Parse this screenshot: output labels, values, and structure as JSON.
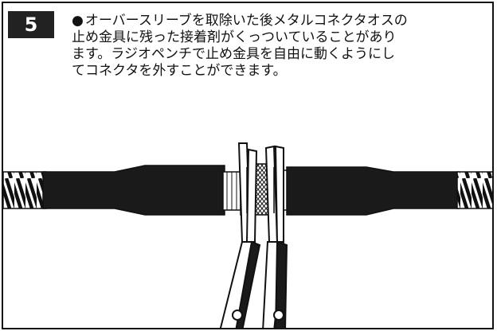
{
  "step": {
    "number": "5",
    "bullet": "●",
    "text": "オーバースリーブを取除いた後メタルコネクタオスの\n止め金具に残った接着剤がくっついていることがあり\nます。ラジオペンチで止め金具を自由に動くようにし\nてコネクタを外すことができます。"
  },
  "illustration": {
    "items": [
      "cable-left",
      "connector-left",
      "metal-nut",
      "connector-right",
      "cable-right",
      "radio-pliers"
    ],
    "fill_color": "#1a1a1a",
    "line_color": "#111111"
  }
}
